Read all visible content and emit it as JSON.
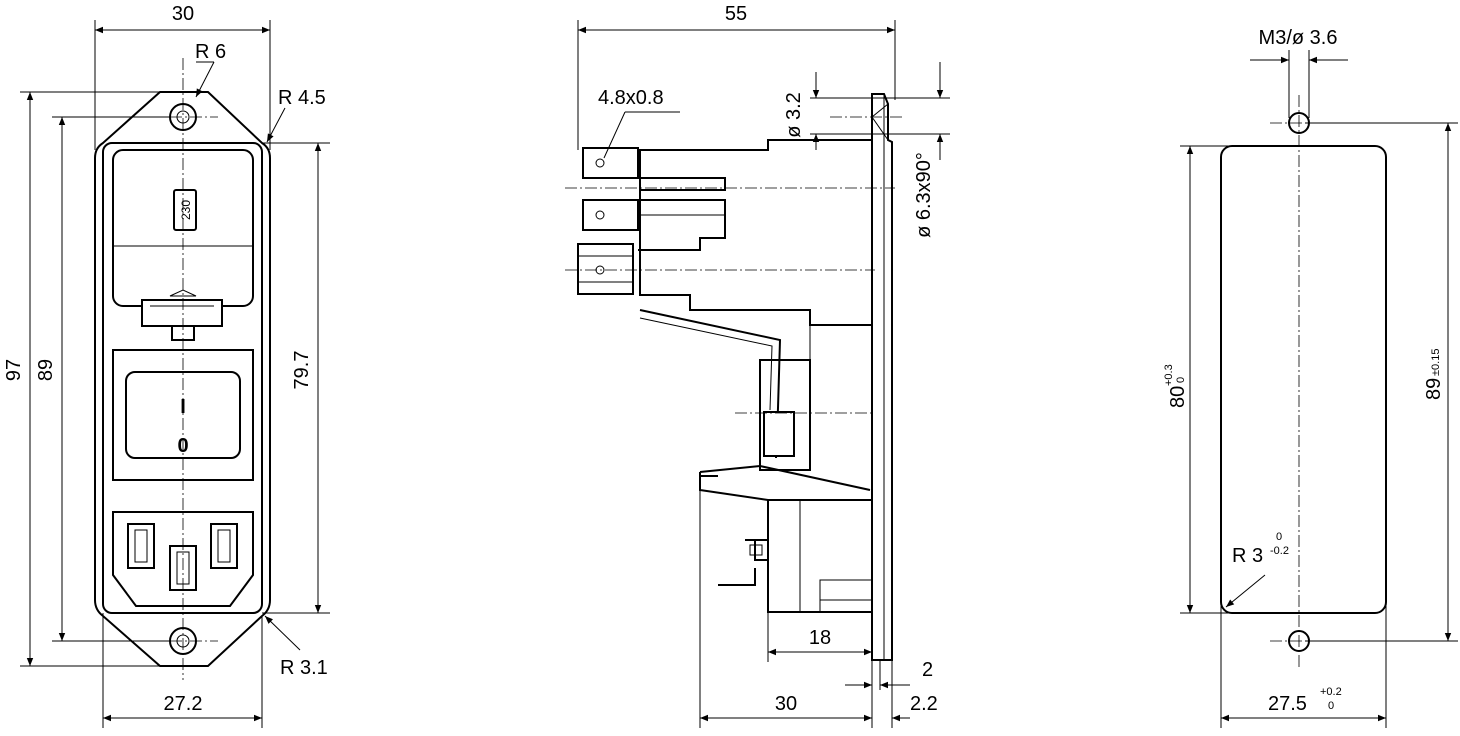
{
  "front_view": {
    "width_top": "30",
    "corner_radius_top": "R 6",
    "corner_radius_right": "R 4.5",
    "corner_radius_bottom": "R 3.1",
    "height_overall": "97",
    "hole_spacing": "89",
    "body_height": "79.7",
    "body_width": "27.2",
    "voltage_label": "230",
    "switch_on": "I",
    "switch_off": "0"
  },
  "side_view": {
    "depth_overall": "55",
    "terminal_size": "4.8x0.8",
    "hole_diameter": "ø 3.2",
    "countersink": "ø 6.3x90°",
    "depth_18": "18",
    "depth_30": "30",
    "flange_2": "2",
    "flange_2_2": "2.2"
  },
  "cutout_view": {
    "screw": "M3/ø 3.6",
    "height_80": "80",
    "tol_80_upper": "+0.3",
    "tol_80_lower": "0",
    "height_89": "89",
    "tol_89": "±0.15",
    "radius": "R 3",
    "tol_r_upper": "0",
    "tol_r_lower": "-0.2",
    "width_27_5": "27.5",
    "tol_27_5_upper": "+0.2",
    "tol_27_5_lower": "0"
  }
}
